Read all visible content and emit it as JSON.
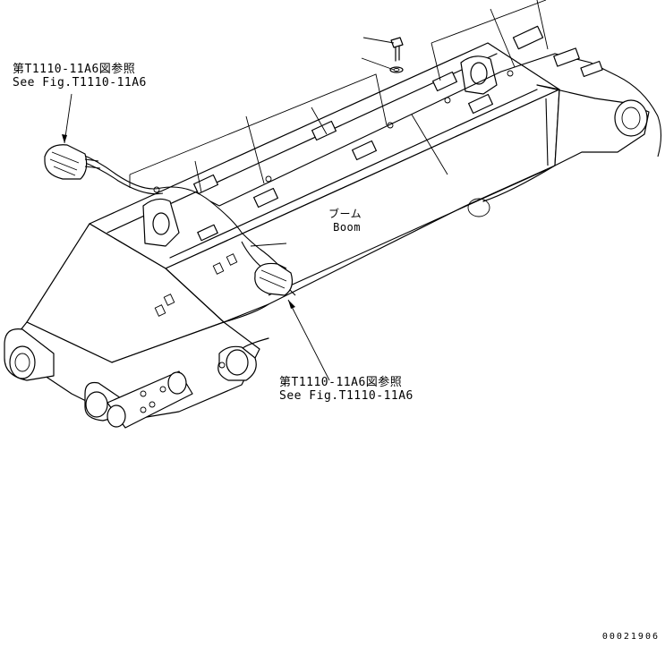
{
  "callouts": {
    "top_left": {
      "line1": "第T1110-11A6図参照",
      "line2": "See Fig.T1110-11A6"
    },
    "bottom": {
      "line1": "第T1110-11A6図参照",
      "line2": "See Fig.T1110-11A6"
    }
  },
  "part_label": {
    "jp": "ブーム",
    "en": "Boom"
  },
  "drawing_number": "00021906"
}
